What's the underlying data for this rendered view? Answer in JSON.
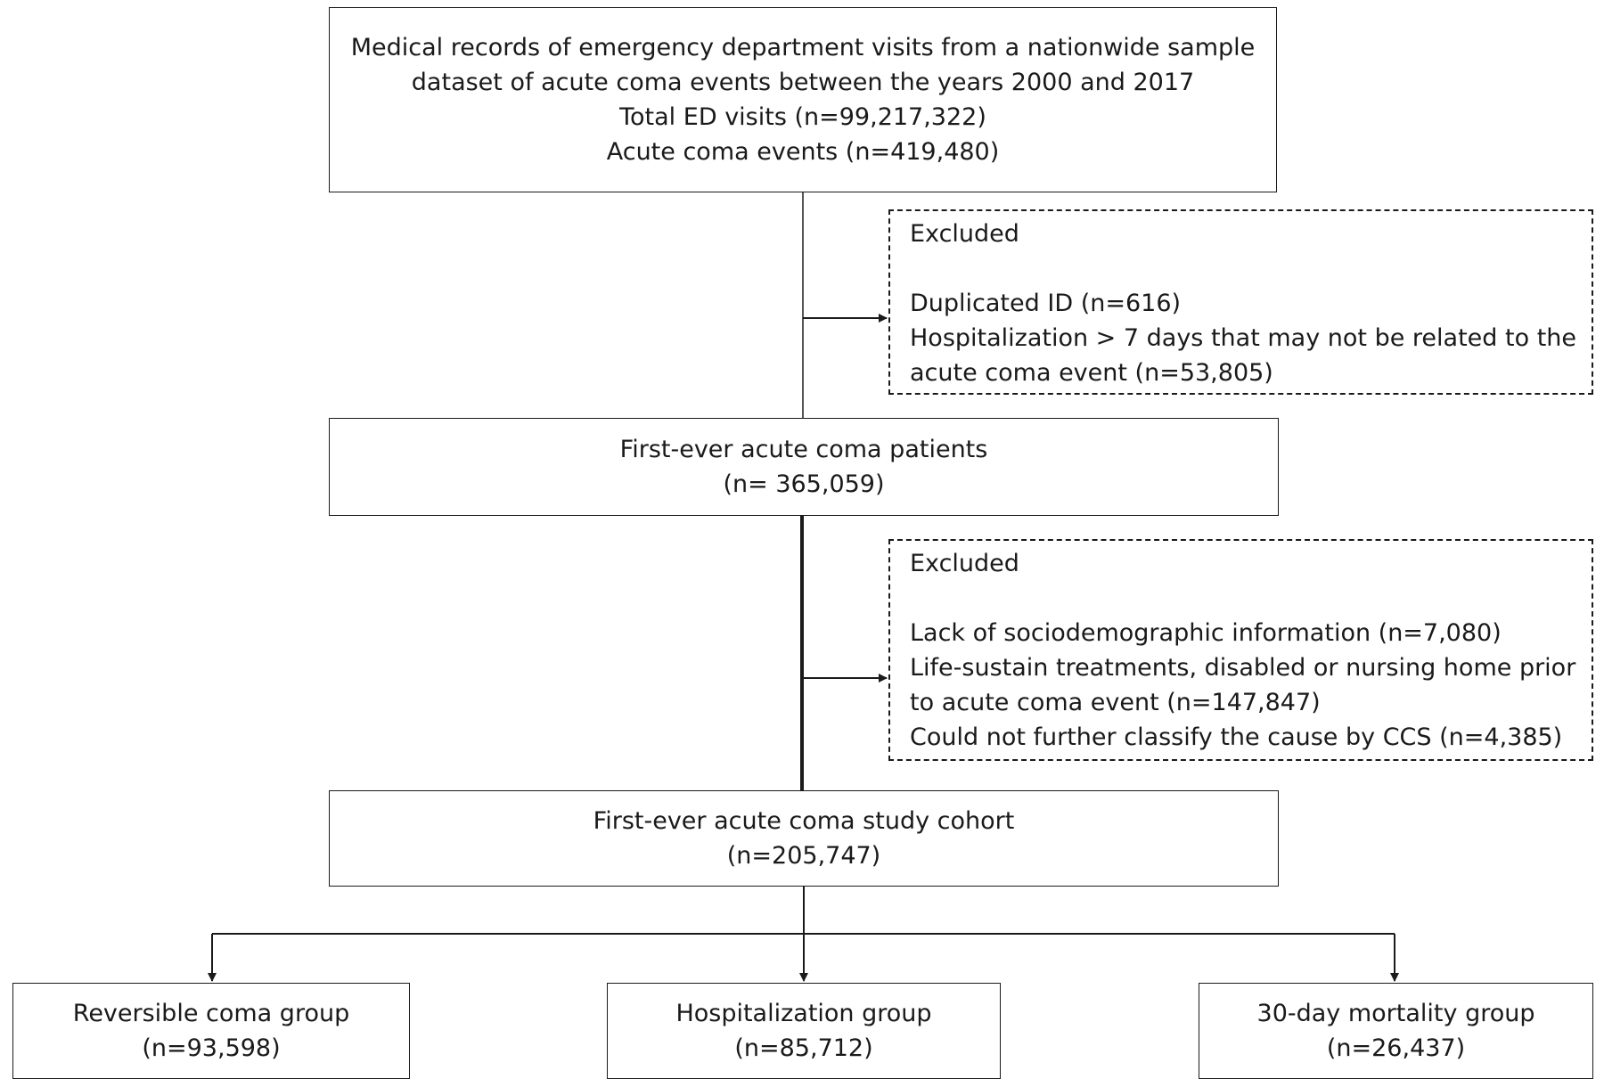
{
  "source": {
    "lines": [
      "Medical records of emergency department visits from a nationwide sample",
      "dataset of acute coma events between the years 2000 and 2017",
      "Total ED visits (n=99,217,322)",
      "Acute coma events (n=419,480)"
    ]
  },
  "exclusion_1": {
    "heading": "Excluded",
    "lines": [
      "Duplicated ID (n=616)",
      "Hospitalization > 7 days that may not be related to the",
      "acute coma event (n=53,805)"
    ]
  },
  "first_ever": {
    "lines": [
      "First-ever acute coma patients",
      "(n= 365,059)"
    ]
  },
  "exclusion_2": {
    "heading": "Excluded",
    "lines": [
      "Lack of sociodemographic information (n=7,080)",
      "Life-sustain treatments, disabled or nursing home prior",
      "to acute coma event  (n=147,847)",
      "Could not further classify the cause by CCS (n=4,385)"
    ]
  },
  "cohort": {
    "lines": [
      "First-ever acute coma study cohort",
      "(n=205,747)"
    ]
  },
  "groups": [
    {
      "name": "Reversible coma group",
      "count": "(n=93,598)"
    },
    {
      "name": "Hospitalization group",
      "count": "(n=85,712)"
    },
    {
      "name": "30-day mortality group",
      "count": "(n=26,437)"
    }
  ]
}
